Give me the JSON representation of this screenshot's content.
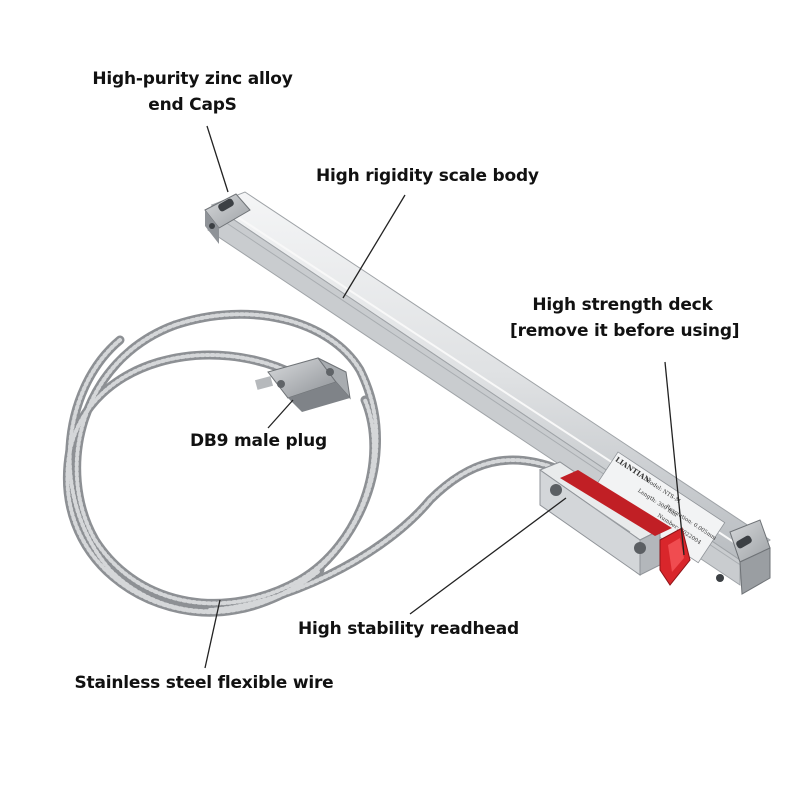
{
  "callouts": {
    "end_caps": {
      "line1": "High-purity zinc alloy",
      "line2": "end CapS"
    },
    "scale_body": {
      "text": "High rigidity scale body"
    },
    "deck": {
      "line1": "High strength deck",
      "line2": "[remove it before using]"
    },
    "db9": {
      "text": "DB9 male plug"
    },
    "readhead": {
      "text": "High stability readhead"
    },
    "wire": {
      "text": "Stainless steel flexible wire"
    }
  },
  "nameplate": {
    "brand": "LIANTIAN",
    "model": "Model: NTS-M",
    "resolution": "Resolution: 0.005mm",
    "length": "Length: 300 mm",
    "number": "Number: 2022004"
  },
  "colors": {
    "text": "#111111",
    "scale_body": "#e6e8ea",
    "deck": "#d9262b",
    "wire": "#9a9da0",
    "leader": "#222222"
  }
}
